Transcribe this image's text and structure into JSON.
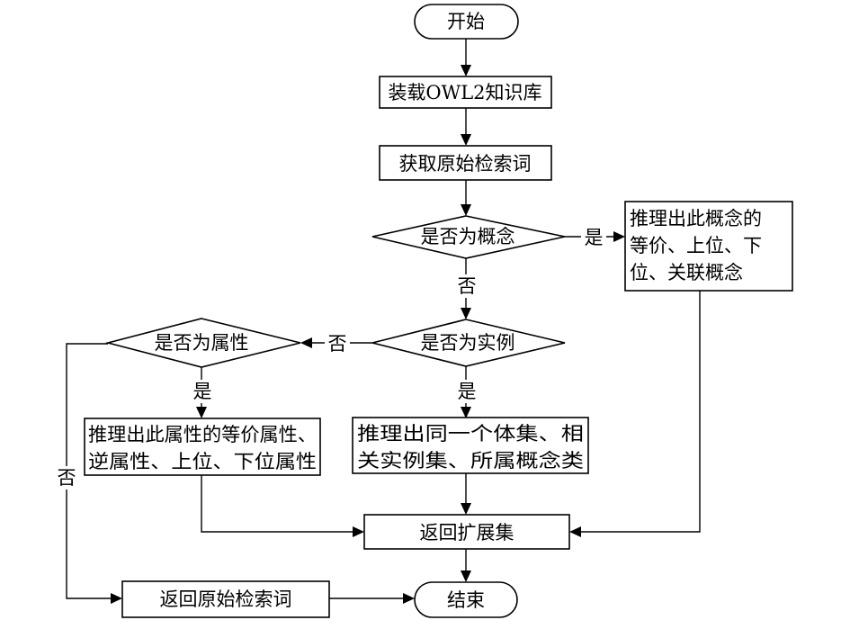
{
  "nodes": {
    "start": "开始",
    "load": "装载OWL2知识库",
    "get_terms": "获取原始检索词",
    "is_concept": "是否为概念",
    "concept_infer": [
      "推理出此概念的",
      "等价、上位、下",
      "位、关联概念"
    ],
    "is_instance": "是否为实例",
    "is_property": "是否为属性",
    "property_infer": [
      "推理出此属性的等价属性、",
      "逆属性、上位、下位属性"
    ],
    "instance_infer": [
      "推理出同一个体集、相",
      "关实例集、所属概念类"
    ],
    "return_expanded": "返回扩展集",
    "return_original": "返回原始检索词",
    "end": "结束"
  },
  "edge_labels": {
    "concept_yes": "是",
    "concept_no": "否",
    "instance_yes": "是",
    "instance_no": "否",
    "property_yes": "是",
    "property_no": "否"
  }
}
